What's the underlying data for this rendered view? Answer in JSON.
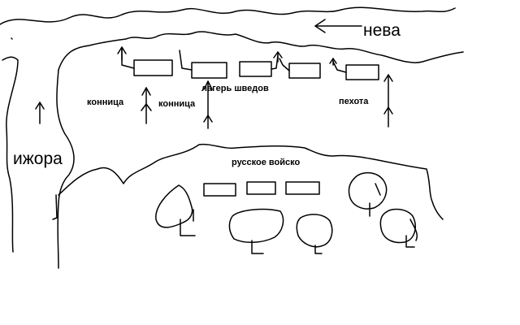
{
  "labels": {
    "neva": "нева",
    "izhora": "ижора",
    "cavalry_left": "конница",
    "cavalry_right": "конница",
    "swedish_camp": "лагерь шведов",
    "infantry": "пехота",
    "russian_army": "русское войско"
  },
  "colors": {
    "ink": "#000000",
    "background": "#ffffff"
  }
}
